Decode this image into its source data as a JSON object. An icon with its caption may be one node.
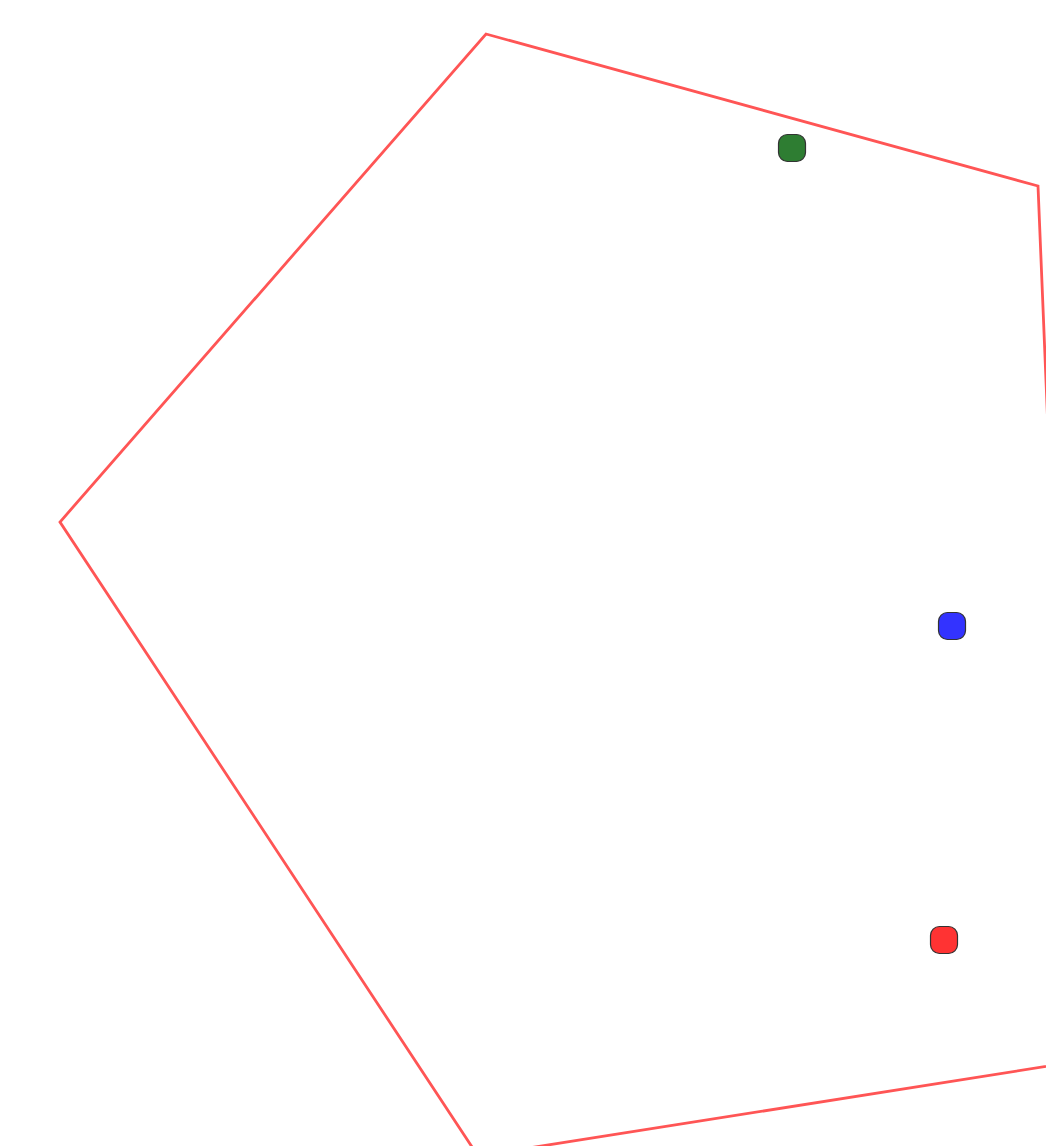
{
  "diagram": {
    "nodes": [
      {
        "text": [],
        "shape": "pentagon"
      },
      {
        "text": [],
        "shape": "circle",
        "in": 0
      },
      {
        "text": [],
        "shape": "circle",
        "in": 0
      },
      {
        "text": [],
        "shape": "circle",
        "in": 0
      }
    ]
  }
}
